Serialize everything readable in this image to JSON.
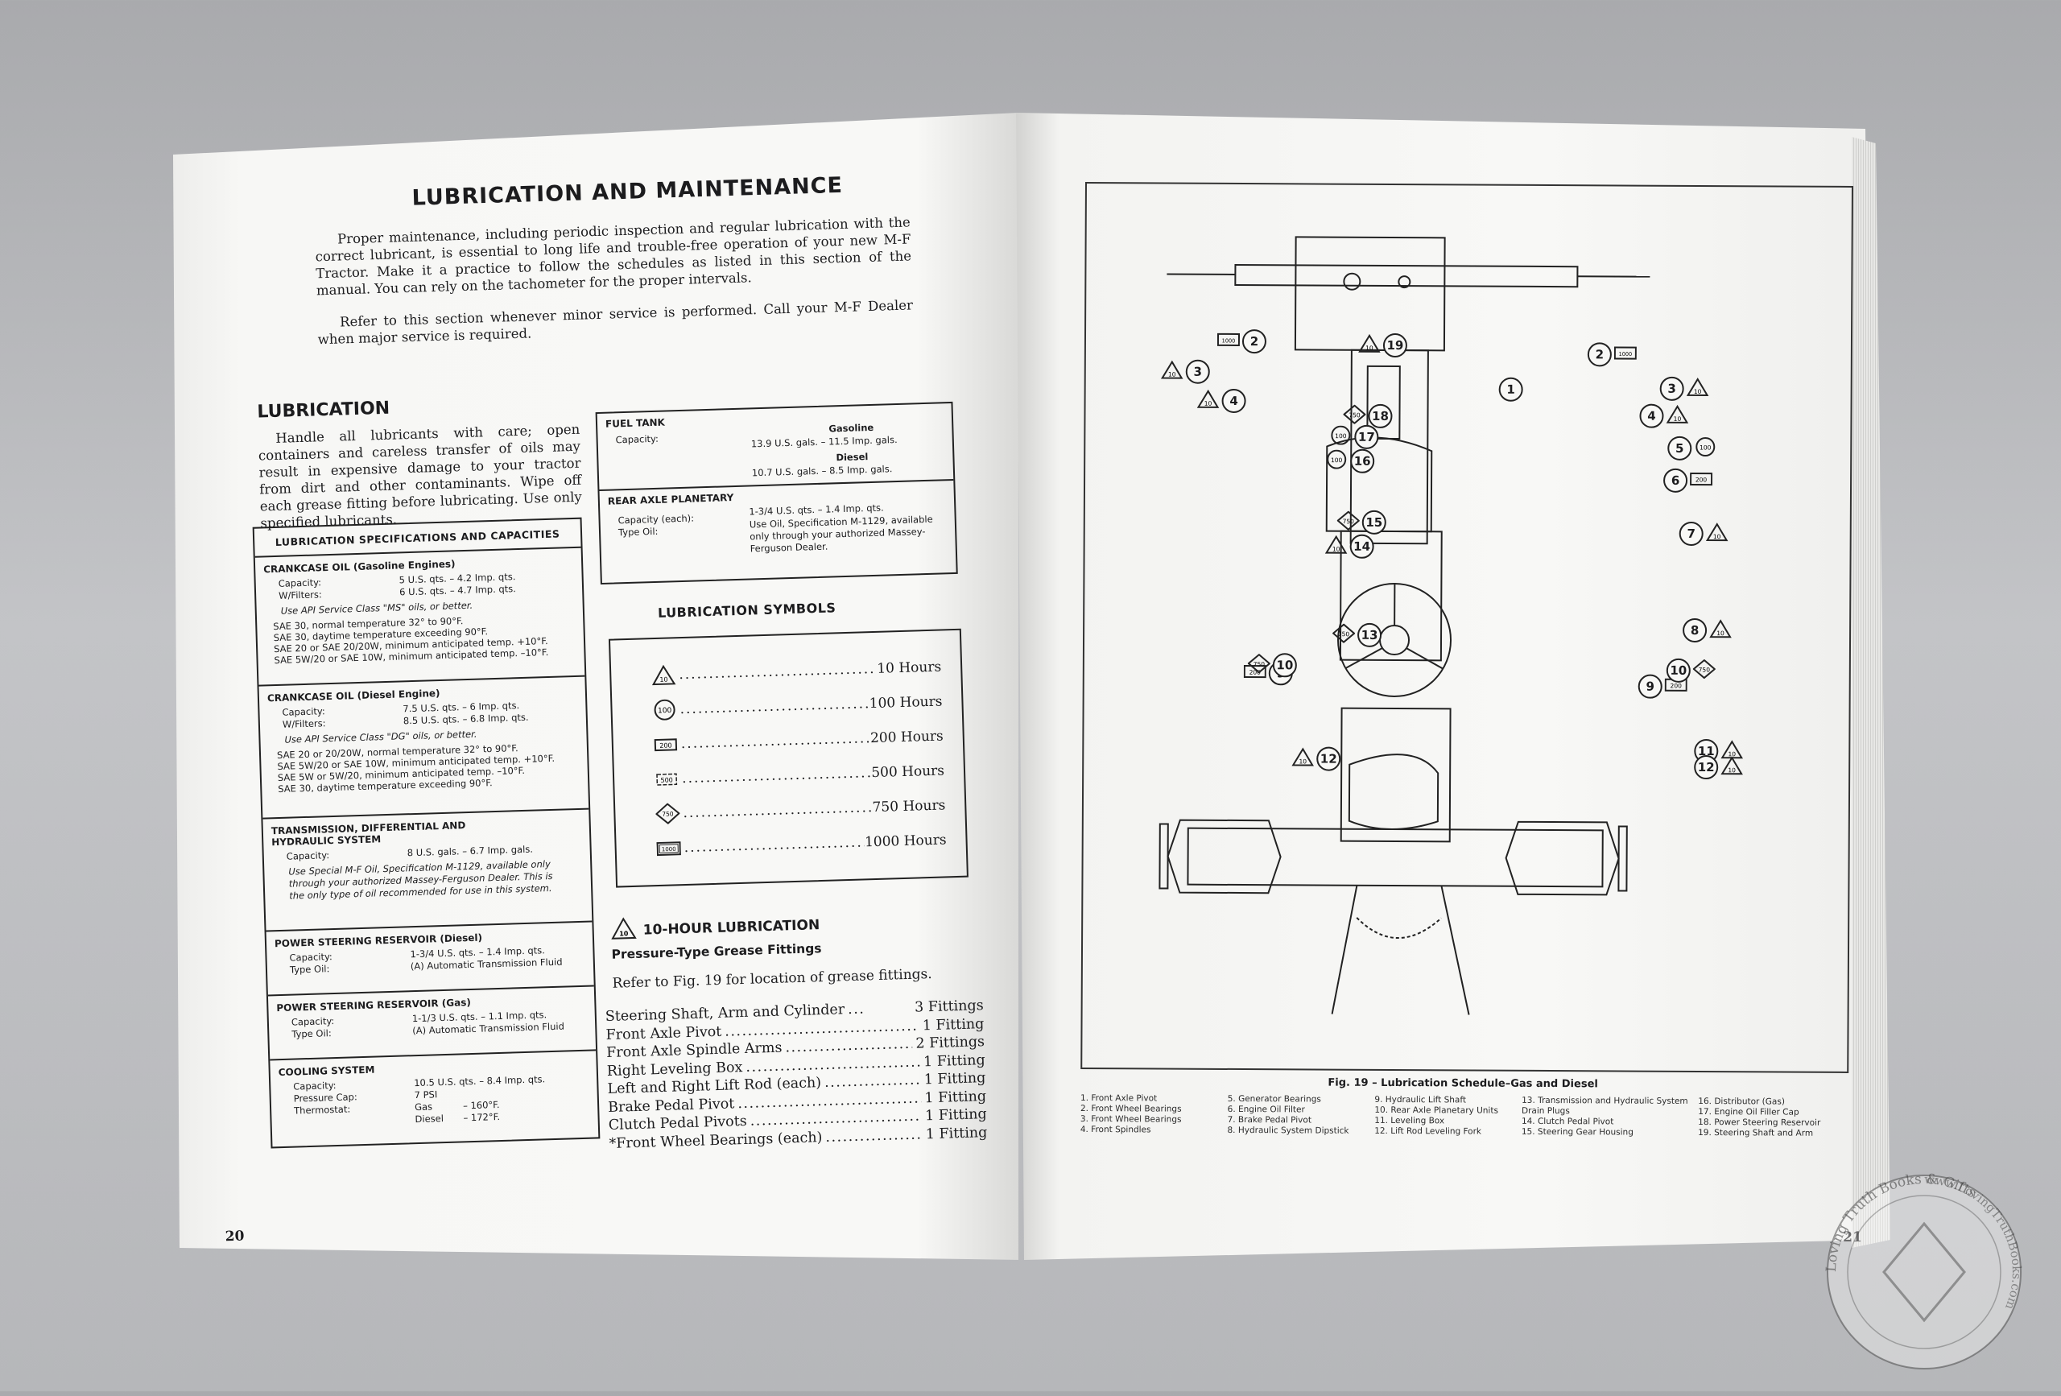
{
  "left_page": {
    "title": "LUBRICATION AND MAINTENANCE",
    "intro_1": "Proper maintenance, including periodic inspection and regular lubrication with the correct lubricant, is essential to long life and trouble-free operation of your new M-F Tractor. Make it a practice to follow the schedules as listed in this section of the manual. You can rely on the tachometer for the proper intervals.",
    "intro_2": "Refer to this section whenever minor service is performed. Call your M-F Dealer when major service is required.",
    "lubrication_heading": "LUBRICATION",
    "lubrication_text": "Handle all lubricants with care; open containers and careless transfer of oils may result in expensive damage to your tractor from dirt and other contaminants. Wipe off each grease fitting before lubricating. Use only specified lubricants.",
    "spec_box": {
      "header": "LUBRICATION SPECIFICATIONS AND CAPACITIES",
      "crankcase_gas": {
        "title": "CRANKCASE OIL (Gasoline Engines)",
        "capacity_label": "Capacity:",
        "capacity_value": "5 U.S. qts. – 4.2 Imp. qts.",
        "filters_label": "W/Filters:",
        "filters_value": "6 U.S. qts. – 4.7 Imp. qts.",
        "note": "Use API Service Class \"MS\" oils, or better.",
        "line_1": "SAE 30, normal temperature 32° to 90°F.",
        "line_2": "SAE 30, daytime temperature exceeding 90°F.",
        "line_3": "SAE 20 or SAE 20/20W, minimum anticipated temp. +10°F.",
        "line_4": "SAE 5W/20 or SAE 10W, minimum anticipated temp. –10°F."
      },
      "crankcase_diesel": {
        "title": "CRANKCASE OIL (Diesel Engine)",
        "capacity_label": "Capacity:",
        "capacity_value": "7.5 U.S. qts. – 6 Imp. qts.",
        "filters_label": "W/Filters:",
        "filters_value": "8.5 U.S. qts. – 6.8 Imp. qts.",
        "note": "Use API Service Class \"DG\" oils, or better.",
        "line_1": "SAE 20 or 20/20W, normal temperature 32° to 90°F.",
        "line_2": "SAE 5W/20 or SAE 10W, minimum anticipated temp. +10°F.",
        "line_3": "SAE 5W or 5W/20, minimum anticipated temp. –10°F.",
        "line_4": "SAE 30, daytime temperature exceeding 90°F."
      },
      "transmission": {
        "title_1": "TRANSMISSION, DIFFERENTIAL AND",
        "title_2": "HYDRAULIC SYSTEM",
        "capacity_label": "Capacity:",
        "capacity_value": "8 U.S. gals. – 6.7 Imp. gals.",
        "note": "Use Special M-F Oil, Specification M-1129, available only through your authorized Massey-Ferguson Dealer. This is the only type of oil recommended for use in this system."
      },
      "ps_diesel": {
        "title": "POWER STEERING RESERVOIR (Diesel)",
        "capacity_label": "Capacity:",
        "capacity_value": "1-3/4 U.S. qts. – 1.4 Imp. qts.",
        "type_label": "Type Oil:",
        "type_value": "(A) Automatic Transmission Fluid"
      },
      "ps_gas": {
        "title": "POWER STEERING RESERVOIR (Gas)",
        "capacity_label": "Capacity:",
        "capacity_value": "1-1/3 U.S. qts. – 1.1 Imp. qts.",
        "type_label": "Type Oil:",
        "type_value": "(A) Automatic Transmission Fluid"
      },
      "cooling": {
        "title": "COOLING SYSTEM",
        "capacity_label": "Capacity:",
        "capacity_value": "10.5 U.S. qts. – 8.4 Imp. qts.",
        "cap_label": "Pressure Cap:",
        "cap_value": "7 PSI",
        "thermostat_label": "Thermostat:",
        "gas_label": "Gas",
        "gas_value": "– 160°F.",
        "diesel_label": "Diesel",
        "diesel_value": "– 172°F."
      }
    },
    "fuel_box": {
      "fuel_title": "FUEL TANK",
      "capacity_label": "Capacity:",
      "gas_label": "Gasoline",
      "gas_value": "13.9 U.S. gals. – 11.5 Imp. gals.",
      "diesel_label": "Diesel",
      "diesel_value": "10.7 U.S. gals. – 8.5 Imp. gals.",
      "rear_title": "REAR AXLE PLANETARY",
      "rear_capacity_label": "Capacity (each):",
      "rear_capacity_value": "1-3/4 U.S. qts. – 1.4 Imp. qts.",
      "rear_type_label": "Type Oil:",
      "rear_type_value": "Use Oil, Specification M-1129, available only through your authorized Massey-Ferguson Dealer."
    },
    "symbols_title": "LUBRICATION SYMBOLS",
    "symbols": [
      {
        "icon": "triangle",
        "code": "10",
        "label": "10 Hours"
      },
      {
        "icon": "circle",
        "code": "100",
        "label": "100 Hours"
      },
      {
        "icon": "rectangle",
        "code": "200",
        "label": "200 Hours"
      },
      {
        "icon": "bracket-rectangle",
        "code": "500",
        "label": "500 Hours"
      },
      {
        "icon": "diamond",
        "code": "750",
        "label": "750 Hours"
      },
      {
        "icon": "double-rectangle",
        "code": "1000",
        "label": "1000 Hours"
      }
    ],
    "ten_hour_title": "10-HOUR LUBRICATION",
    "ten_hour_subtitle": "Pressure-Type Grease Fittings",
    "ten_hour_ref": "Refer to Fig. 19 for location of grease fittings.",
    "fittings": [
      {
        "name": "Steering Shaft, Arm and Cylinder",
        "count": "3 Fittings"
      },
      {
        "name": "Front Axle Pivot",
        "count": "1 Fitting"
      },
      {
        "name": "Front Axle Spindle Arms",
        "count": "2 Fittings"
      },
      {
        "name": "Right Leveling Box",
        "count": "1 Fitting"
      },
      {
        "name": "Left and Right Lift Rod (each)",
        "count": "1 Fitting"
      },
      {
        "name": "Brake Pedal Pivot",
        "count": "1 Fitting"
      },
      {
        "name": "Clutch Pedal Pivots",
        "count": "1 Fitting"
      },
      {
        "name": "*Front Wheel Bearings (each)",
        "count": "1 Fitting"
      }
    ],
    "page_number": "20"
  },
  "right_page": {
    "figure_caption": "Fig. 19 – Lubrication Schedule–Gas and Diesel",
    "legend": [
      [
        "1. Front Axle Pivot",
        "2. Front Wheel Bearings",
        "3. Front Wheel Bearings",
        "4. Front Spindles"
      ],
      [
        "5. Generator Bearings",
        "6. Engine Oil Filter",
        "7. Brake Pedal Pivot",
        "8. Hydraulic System Dipstick"
      ],
      [
        "9. Hydraulic Lift Shaft",
        "10. Rear Axle Planetary Units",
        "11. Leveling Box",
        "12. Lift Rod Leveling Fork"
      ],
      [
        "13. Transmission and Hydraulic System Drain Plugs",
        "14. Clutch Pedal Pivot",
        "15. Steering Gear Housing"
      ],
      [
        "16. Distributor (Gas)",
        "17. Engine Oil Filler Cap",
        "18. Power Steering Reservoir",
        "19. Steering Shaft and Arm"
      ]
    ],
    "page_number": "21",
    "callouts": [
      {
        "num": "1",
        "sym": ""
      },
      {
        "num": "2",
        "sym": "1000"
      },
      {
        "num": "2",
        "sym": "1000"
      },
      {
        "num": "3",
        "sym": "10"
      },
      {
        "num": "3",
        "sym": "10"
      },
      {
        "num": "4",
        "sym": "10"
      },
      {
        "num": "4",
        "sym": "10"
      },
      {
        "num": "5",
        "sym": "100"
      },
      {
        "num": "6",
        "sym": "200"
      },
      {
        "num": "7",
        "sym": "10"
      },
      {
        "num": "8",
        "sym": "10"
      },
      {
        "num": "9",
        "sym": "200"
      },
      {
        "num": "9",
        "sym": "200"
      },
      {
        "num": "10",
        "sym": "750"
      },
      {
        "num": "10",
        "sym": "750"
      },
      {
        "num": "11",
        "sym": "10"
      },
      {
        "num": "12",
        "sym": "10"
      },
      {
        "num": "12",
        "sym": "10"
      },
      {
        "num": "13",
        "sym": "750"
      },
      {
        "num": "14",
        "sym": "10"
      },
      {
        "num": "15",
        "sym": "750"
      },
      {
        "num": "16",
        "sym": "100"
      },
      {
        "num": "17",
        "sym": "100"
      },
      {
        "num": "18",
        "sym": "750"
      },
      {
        "num": "19",
        "sym": "10"
      }
    ]
  },
  "watermark": {
    "text_1": "Loving Truth Books & Gifts",
    "text_2": "www.LovingTruthBooks.com"
  }
}
